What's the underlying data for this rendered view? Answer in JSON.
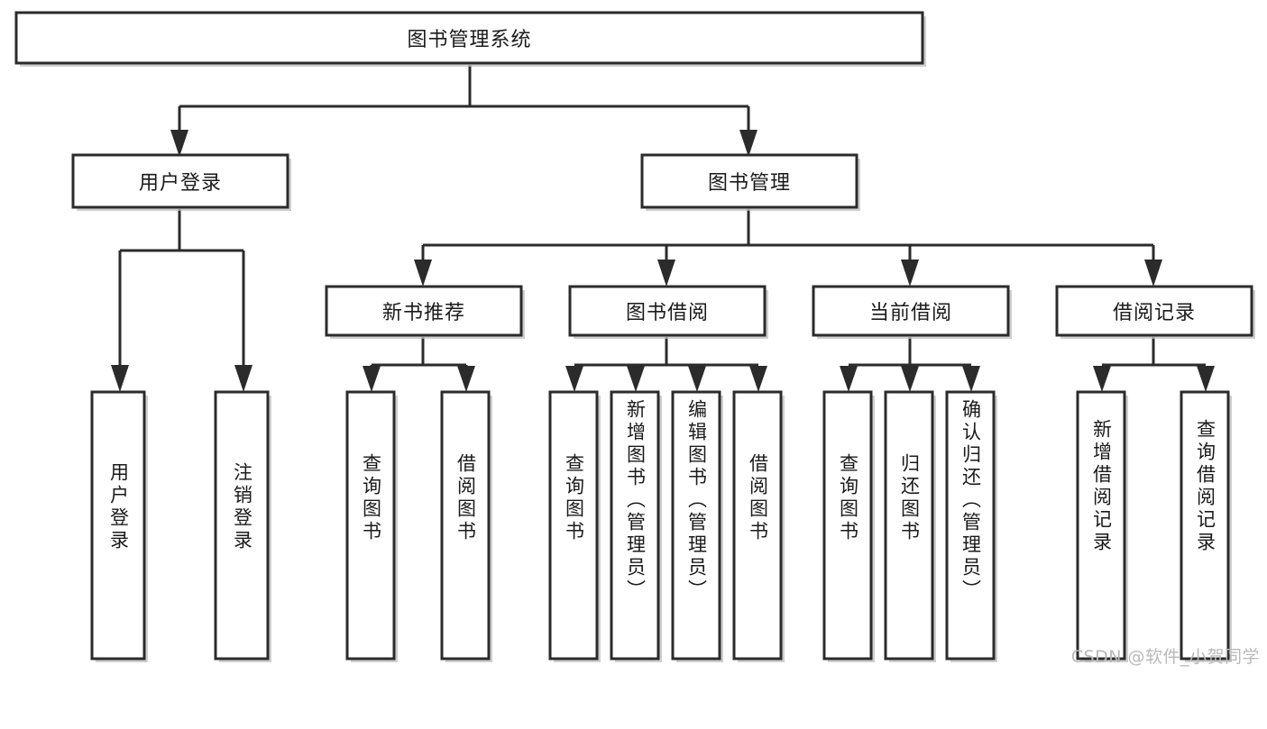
{
  "diagram": {
    "title": "图书管理系统",
    "type": "hierarchy-tree",
    "background_color": "#ffffff",
    "line_color": "#2b2b2b",
    "text_color": "#1a1a1a",
    "root": {
      "id": "root",
      "label": "图书管理系统"
    },
    "level2": [
      {
        "id": "user-login",
        "label": "用户登录"
      },
      {
        "id": "book-manage",
        "label": "图书管理"
      }
    ],
    "level3": [
      {
        "id": "new-book-rec",
        "label": "新书推荐",
        "parent": "book-manage"
      },
      {
        "id": "book-borrow",
        "label": "图书借阅",
        "parent": "book-manage"
      },
      {
        "id": "current-borrow",
        "label": "当前借阅",
        "parent": "book-manage"
      },
      {
        "id": "borrow-record",
        "label": "借阅记录",
        "parent": "book-manage"
      }
    ],
    "leaves": [
      {
        "id": "leaf-user-login",
        "label": "用户登录",
        "parent": "user-login"
      },
      {
        "id": "leaf-logout",
        "label": "注销登录",
        "parent": "user-login"
      },
      {
        "id": "leaf-query-book-1",
        "label": "查询图书",
        "parent": "new-book-rec"
      },
      {
        "id": "leaf-borrow-book-1",
        "label": "借阅图书",
        "parent": "new-book-rec"
      },
      {
        "id": "leaf-query-book-2",
        "label": "查询图书",
        "parent": "book-borrow"
      },
      {
        "id": "leaf-add-book",
        "label": "新增图书（管理员）",
        "parent": "book-borrow"
      },
      {
        "id": "leaf-edit-book",
        "label": "编辑图书（管理员）",
        "parent": "book-borrow"
      },
      {
        "id": "leaf-borrow-book-2",
        "label": "借阅图书",
        "parent": "book-borrow"
      },
      {
        "id": "leaf-query-book-3",
        "label": "查询图书",
        "parent": "current-borrow"
      },
      {
        "id": "leaf-return-book",
        "label": "归还图书",
        "parent": "current-borrow"
      },
      {
        "id": "leaf-confirm-return",
        "label": "确认归还（管理员）",
        "parent": "current-borrow"
      },
      {
        "id": "leaf-add-record",
        "label": "新增借阅记录",
        "parent": "borrow-record"
      },
      {
        "id": "leaf-query-record",
        "label": "查询借阅记录",
        "parent": "borrow-record"
      }
    ]
  },
  "watermark": {
    "text": "CSDN @软件_小贺同学"
  }
}
